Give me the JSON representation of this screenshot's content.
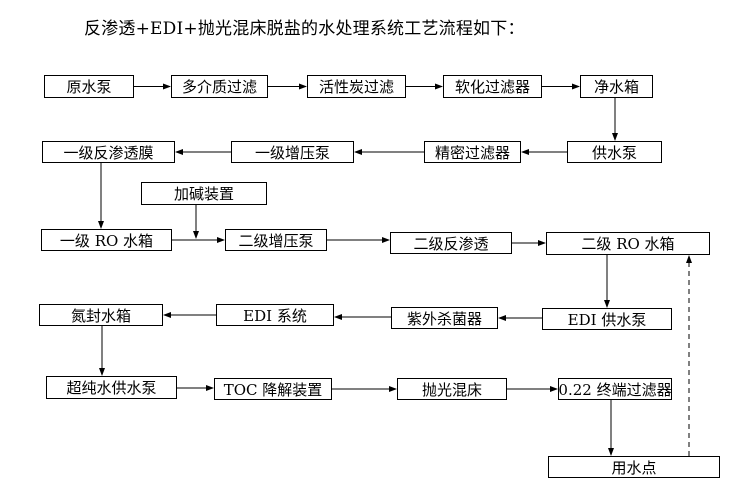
{
  "title": "反渗透+EDI+抛光混床脱盐的水处理系统工艺流程如下：",
  "nodes": {
    "raw_pump": "原水泵",
    "multimedia_filter": "多介质过滤",
    "carbon_filter": "活性炭过滤",
    "softening_filter": "软化过滤器",
    "clean_tank": "净水箱",
    "supply_pump": "供水泵",
    "precision_filter": "精密过滤器",
    "booster_pump_1": "一级增压泵",
    "ro_membrane_1": "一级反渗透膜",
    "alkali_dosing": "加碱装置",
    "ro_tank_1": "一级 RO 水箱",
    "booster_pump_2": "二级增压泵",
    "ro_2": "二级反渗透",
    "ro_tank_2": "二级 RO 水箱",
    "edi_pump": "EDI 供水泵",
    "uv_sterilizer": "紫外杀菌器",
    "edi_system": "EDI 系统",
    "nitrogen_tank": "氮封水箱",
    "ultrapure_pump": "超纯水供水泵",
    "toc_unit": "TOC 降解装置",
    "polish_bed": "抛光混床",
    "terminal_filter": "0.22 终端过滤器",
    "use_point": "用水点"
  }
}
